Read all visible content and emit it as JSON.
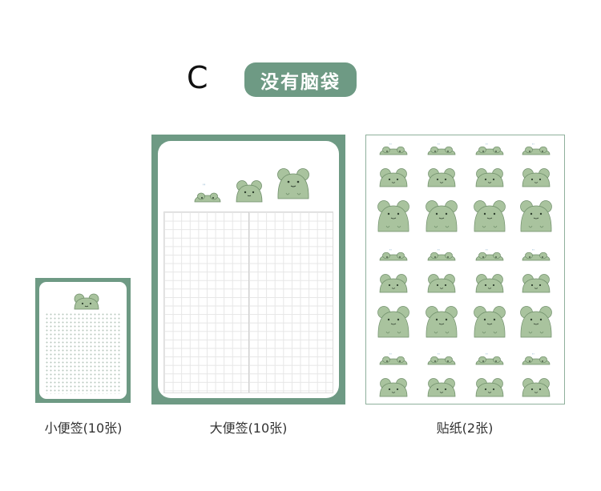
{
  "option_letter": "C",
  "title_badge": "没有脑袋",
  "items": [
    {
      "caption": "小便签(10张)"
    },
    {
      "caption": "大便签(10张)"
    },
    {
      "caption": "贴纸(2张)"
    }
  ],
  "colors": {
    "accent": "#6e9a84",
    "frog_fill": "#a9c39e",
    "frog_stroke": "#6f8e6a"
  }
}
